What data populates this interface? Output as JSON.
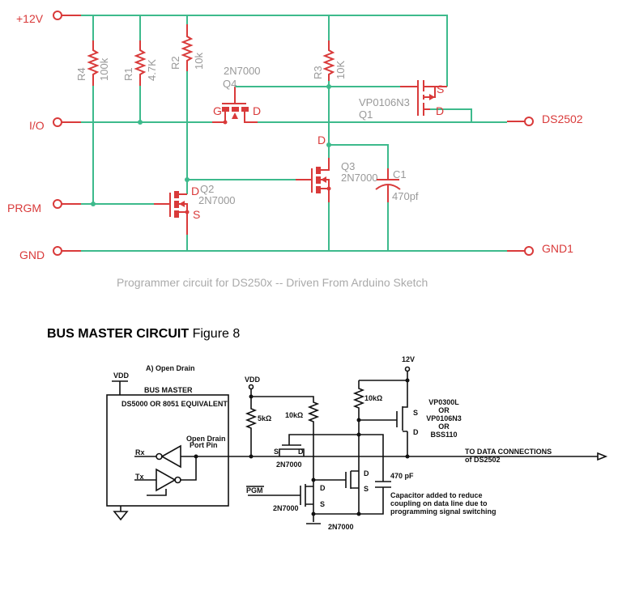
{
  "programmer": {
    "terminals": {
      "v12": "+12V",
      "io": "I/O",
      "prgm": "PRGM",
      "gnd": "GND",
      "ds": "DS2502",
      "gnd1": "GND1"
    },
    "r4": {
      "name": "R4",
      "value": "100k"
    },
    "r1": {
      "name": "R1",
      "value": "4.7K"
    },
    "r2": {
      "name": "R2",
      "value": "10k"
    },
    "r3": {
      "name": "R3",
      "value": "10K"
    },
    "q4": {
      "name": "Q4",
      "part": "2N7000"
    },
    "q1": {
      "name": "Q1",
      "part": "VP0106N3"
    },
    "q2": {
      "name": "Q2",
      "part": "2N7000"
    },
    "q3": {
      "name": "Q3",
      "part": "2N7000"
    },
    "c1": {
      "name": "C1",
      "value": "470pf"
    },
    "pins": {
      "g": "G",
      "d": "D",
      "s": "S"
    },
    "caption": "Programmer circuit for DS250x -- Driven From Arduino Sketch",
    "colors": {
      "wire": "#3dba8c",
      "part": "#d93a3a",
      "label": "#999999"
    }
  },
  "figure": {
    "title_bold": "BUS MASTER CIRCUIT",
    "title_rest": "Figure 8",
    "subtitle": "A) Open Drain",
    "vdd": "VDD",
    "bus_master": "BUS MASTER",
    "equiv": "DS5000 OR 8051 EQUIVALENT",
    "rx": "Rx",
    "tx": "Tx",
    "port1": "Open Drain",
    "port2": "Port Pin",
    "r5k": "5kΩ",
    "r10k": "10kΩ",
    "v12": "12V",
    "n2n7000": "2N7000",
    "pgm": "PGM",
    "s": "S",
    "d": "D",
    "pmos": [
      "VP0300L",
      "OR",
      "VP0106N3",
      "OR",
      "BSS110"
    ],
    "to1": "TO DATA CONNECTIONS",
    "to2": "of DS2502",
    "cap": "470 pF",
    "note": [
      "Capacitor added to reduce",
      "coupling on data line due to",
      "programming signal switching"
    ]
  }
}
